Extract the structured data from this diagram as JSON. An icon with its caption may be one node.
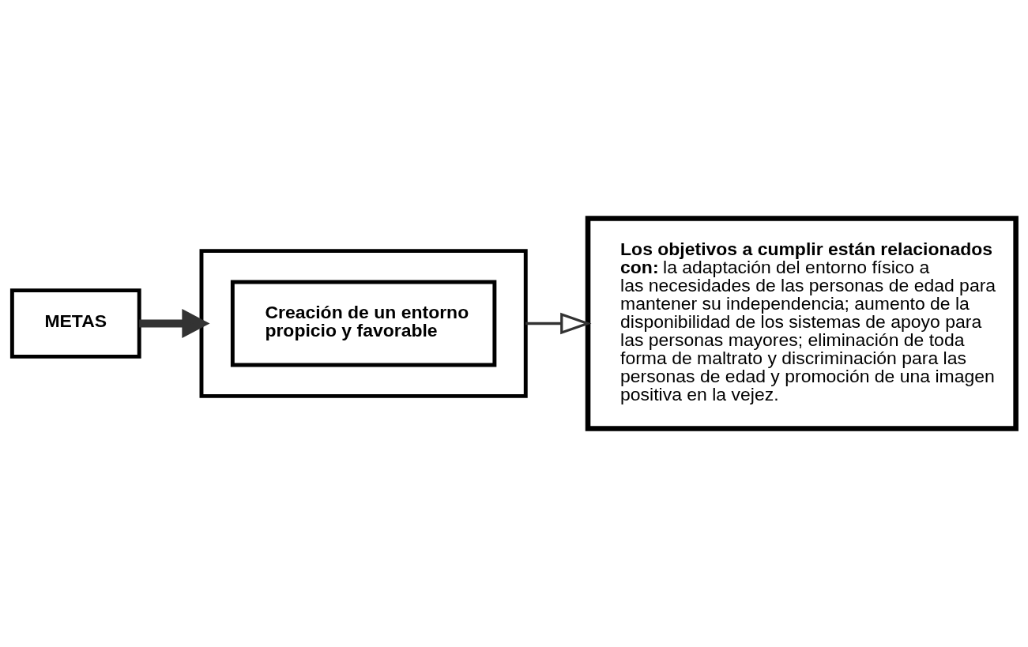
{
  "diagram": {
    "nodes": [
      {
        "text": [
          "METAS"
        ]
      },
      {
        "text": [],
        "shape": "box"
      },
      {
        "text": [
          "Creación de un entorno propicio y favorable"
        ],
        "in": 1
      },
      {
        "text": [
          "**Los objetivos a cumplir están relacionados con:** la adaptación del entorno físico a las necesidades de las personas de edad para mantener su independencia; aumento de la disponibilidad de los sistemas de apoyo para las personas mayores; eliminación de toda forma de maltrato y discriminación para las personas de edad y promoción de una imagen positiva en la vejez."
        ]
      }
    ],
    "edges": [
      {
        "from": 0,
        "to": 1,
        "arrow": "to",
        "style": "thick"
      },
      {
        "from": 1,
        "to": 3,
        "arrow": "to"
      }
    ]
  }
}
